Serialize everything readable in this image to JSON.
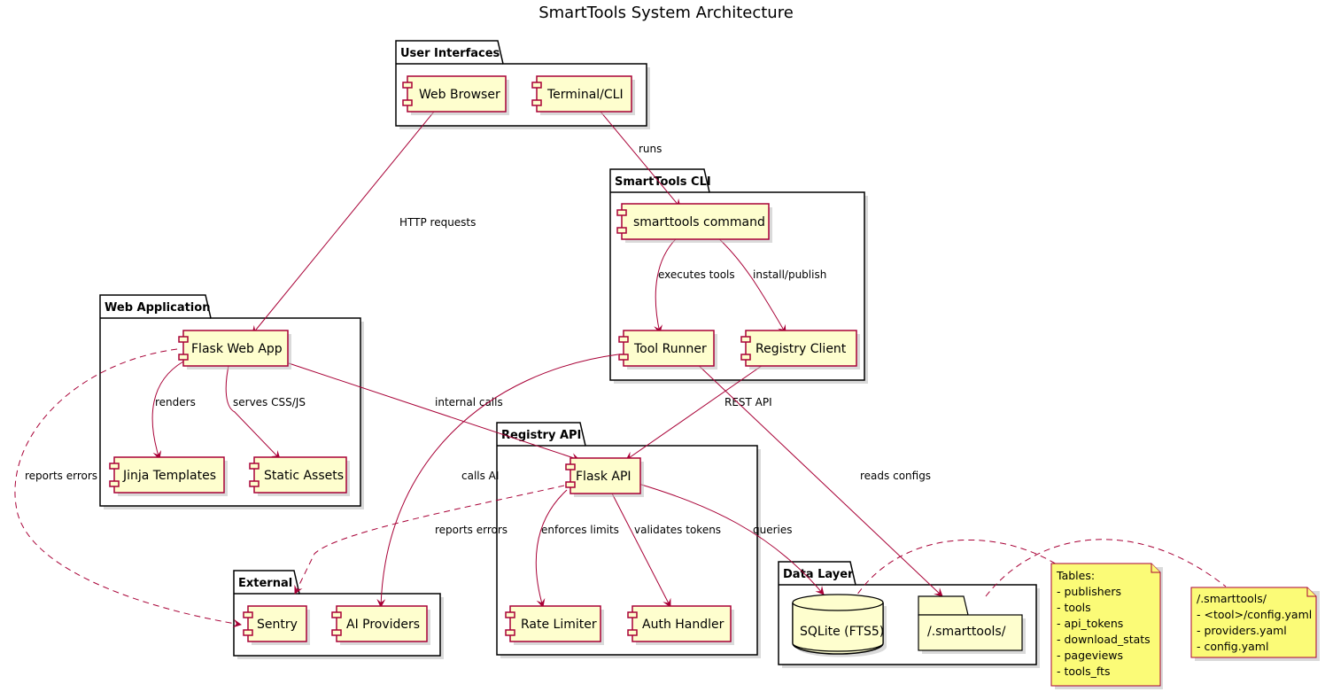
{
  "title": "SmartTools System Architecture",
  "colors": {
    "component_fill": "#fefece",
    "component_border": "#a80036",
    "edge": "#a80036",
    "note_fill": "#fbfb77",
    "package_border": "#000000"
  },
  "packages": {
    "user_interfaces": {
      "label": "User Interfaces"
    },
    "smarttools_cli": {
      "label": "SmartTools CLI"
    },
    "web_application": {
      "label": "Web Application"
    },
    "registry_api": {
      "label": "Registry API"
    },
    "external": {
      "label": "External"
    },
    "data_layer": {
      "label": "Data Layer"
    }
  },
  "components": {
    "web_browser": "Web Browser",
    "terminal_cli": "Terminal/CLI",
    "smarttools_command": "smarttools command",
    "tool_runner": "Tool Runner",
    "registry_client": "Registry Client",
    "flask_web_app": "Flask Web App",
    "jinja_templates": "Jinja Templates",
    "static_assets": "Static Assets",
    "flask_api": "Flask API",
    "rate_limiter": "Rate Limiter",
    "auth_handler": "Auth Handler",
    "sentry": "Sentry",
    "ai_providers": "AI Providers",
    "sqlite": "SQLite (FTS5)",
    "smarttools_dir": "/.smarttools/"
  },
  "edges": {
    "runs": "runs",
    "http_requests": "HTTP requests",
    "executes_tools": "executes tools",
    "install_publish": "install/publish",
    "renders": "renders",
    "serves_css_js": "serves CSS/JS",
    "internal_calls": "internal calls",
    "rest_api": "REST API",
    "reports_errors_web": "reports errors",
    "calls_ai": "calls AI",
    "reads_configs": "reads configs",
    "reports_errors_api": "reports errors",
    "enforces_limits": "enforces limits",
    "validates_tokens": "validates tokens",
    "queries": "queries"
  },
  "notes": {
    "tables": [
      "Tables:",
      "- publishers",
      "- tools",
      "- api_tokens",
      "- download_stats",
      "- pageviews",
      "- tools_fts"
    ],
    "config": [
      "/.smarttools/",
      "- <tool>/config.yaml",
      "- providers.yaml",
      "- config.yaml"
    ]
  }
}
